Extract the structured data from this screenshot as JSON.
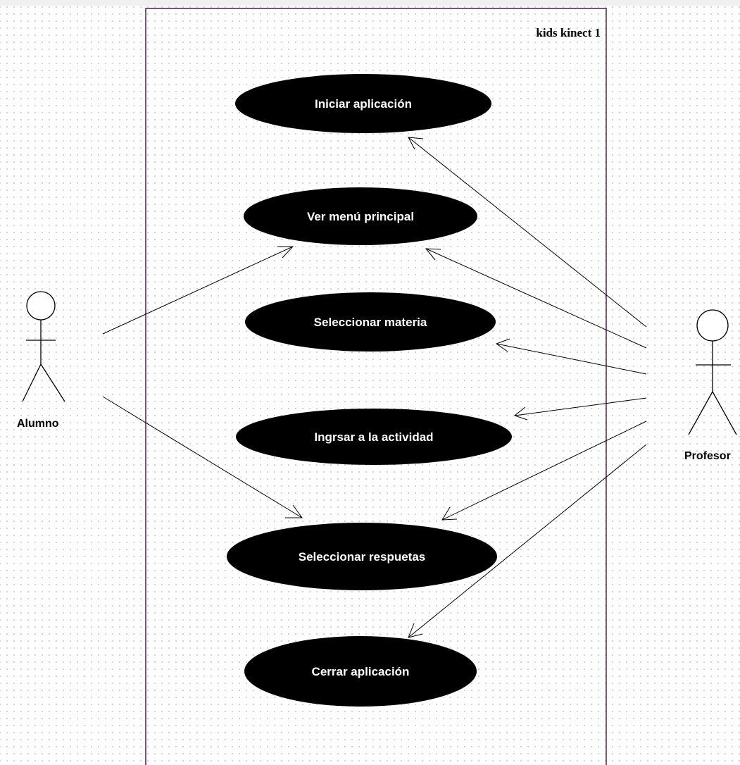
{
  "system": {
    "title": "kids kinect 1",
    "border_color": "#5a2a5a"
  },
  "actors": {
    "alumno": {
      "label": "Alumno"
    },
    "profesor": {
      "label": "Profesor"
    }
  },
  "use_cases": {
    "iniciar_aplicacion": {
      "label": "Iniciar aplicación"
    },
    "ver_menu_principal": {
      "label": "Ver menú principal"
    },
    "seleccionar_materia": {
      "label": "Seleccionar materia"
    },
    "ingresar_actividad": {
      "label": "Ingrsar a la  actividad"
    },
    "seleccionar_respuestas": {
      "label": "Seleccionar respuetas"
    },
    "cerrar_aplicacion": {
      "label": "Cerrar aplicación"
    }
  },
  "associations": [
    {
      "from": "Alumno",
      "to": "Ver menú principal"
    },
    {
      "from": "Alumno",
      "to": "Seleccionar respuetas"
    },
    {
      "from": "Profesor",
      "to": "Iniciar aplicación"
    },
    {
      "from": "Profesor",
      "to": "Ver menú principal"
    },
    {
      "from": "Profesor",
      "to": "Seleccionar materia"
    },
    {
      "from": "Profesor",
      "to": "Ingrsar a la  actividad"
    },
    {
      "from": "Profesor",
      "to": "Seleccionar respuetas"
    },
    {
      "from": "Profesor",
      "to": "Cerrar aplicación"
    }
  ]
}
